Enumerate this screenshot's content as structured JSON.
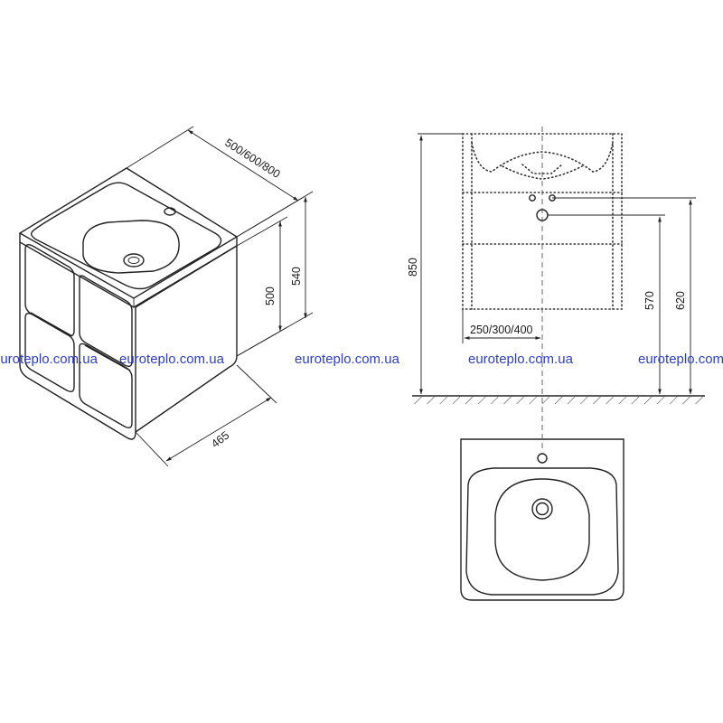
{
  "dimensions": {
    "width": "500/600/800",
    "height_top": "540",
    "height_body": "500",
    "depth": "465",
    "total_height": "850",
    "siphon_offset": "250/300/400",
    "outlet_height": "570",
    "outlet_height_2": "620"
  },
  "watermarks": [
    "euroteplo.com.ua",
    "euroteplo.com.ua",
    "euroteplo.com.ua",
    "euroteplo.com.ua",
    "euroteplo.com.ua"
  ],
  "colors": {
    "line": "#222222",
    "watermark": "#2f3ec4",
    "background": "#ffffff"
  }
}
